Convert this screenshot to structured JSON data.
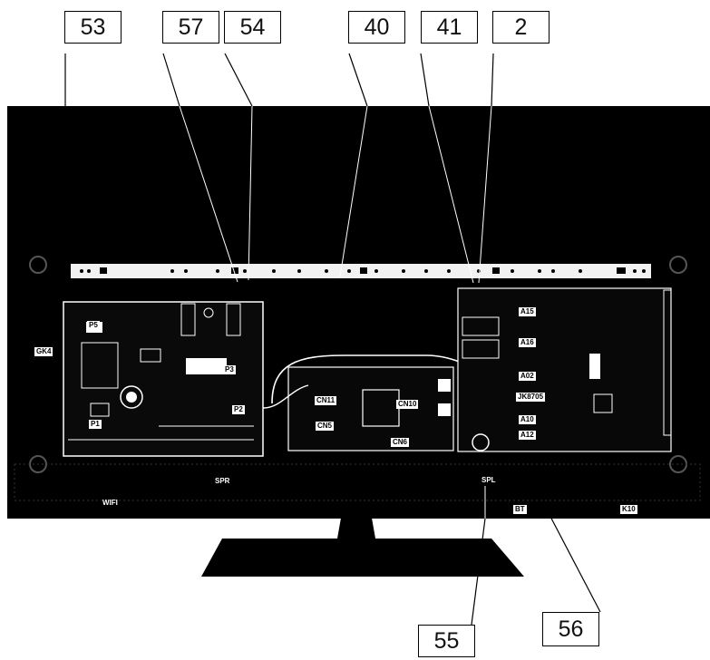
{
  "callouts": {
    "c53": "53",
    "c57": "57",
    "c54": "54",
    "c40": "40",
    "c41": "41",
    "c2": "2",
    "c55": "55",
    "c56": "56"
  },
  "connectors": {
    "p5": "P5",
    "gk4": "GK4",
    "p3": "P3",
    "p2": "P2",
    "p1": "P1",
    "cn11": "CN11",
    "cn10": "CN10",
    "cn5": "CN5",
    "cn6": "CN6",
    "a15": "A15",
    "a16": "A16",
    "a02": "A02",
    "jk8705": "JK8705",
    "a10": "A10",
    "a12": "A12",
    "spr": "SPR",
    "spl": "SPL",
    "wifi": "WIFI",
    "bt": "BT",
    "k10": "K10"
  }
}
